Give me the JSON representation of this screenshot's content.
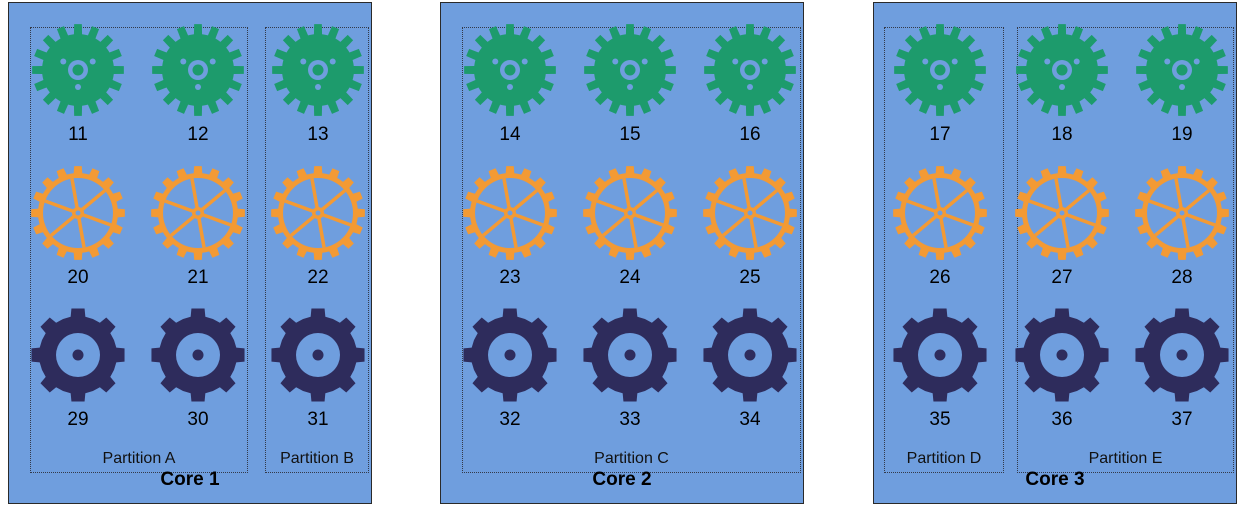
{
  "colors": {
    "background": "#6f9ede",
    "green_gear": "#1d9b6c",
    "orange_gear": "#f39a34",
    "navy_gear": "#2e2c5c"
  },
  "gear_types": [
    "green-gear-icon",
    "orange-wheel-gear-icon",
    "navy-gear-icon"
  ],
  "cores": [
    {
      "label": "Core 1",
      "partitions": [
        {
          "label": "Partition A",
          "columns": [
            [
              "11",
              "20",
              "29"
            ],
            [
              "12",
              "21",
              "30"
            ]
          ]
        },
        {
          "label": "Partition B",
          "columns": [
            [
              "13",
              "22",
              "31"
            ]
          ]
        }
      ]
    },
    {
      "label": "Core 2",
      "partitions": [
        {
          "label": "Partition C",
          "columns": [
            [
              "14",
              "23",
              "32"
            ],
            [
              "15",
              "24",
              "33"
            ],
            [
              "16",
              "25",
              "34"
            ]
          ]
        }
      ]
    },
    {
      "label": "Core 3",
      "partitions": [
        {
          "label": "Partition D",
          "columns": [
            [
              "17",
              "26",
              "35"
            ]
          ]
        },
        {
          "label": "Partition E",
          "columns": [
            [
              "18",
              "27",
              "36"
            ],
            [
              "19",
              "28",
              "37"
            ]
          ]
        }
      ]
    }
  ]
}
